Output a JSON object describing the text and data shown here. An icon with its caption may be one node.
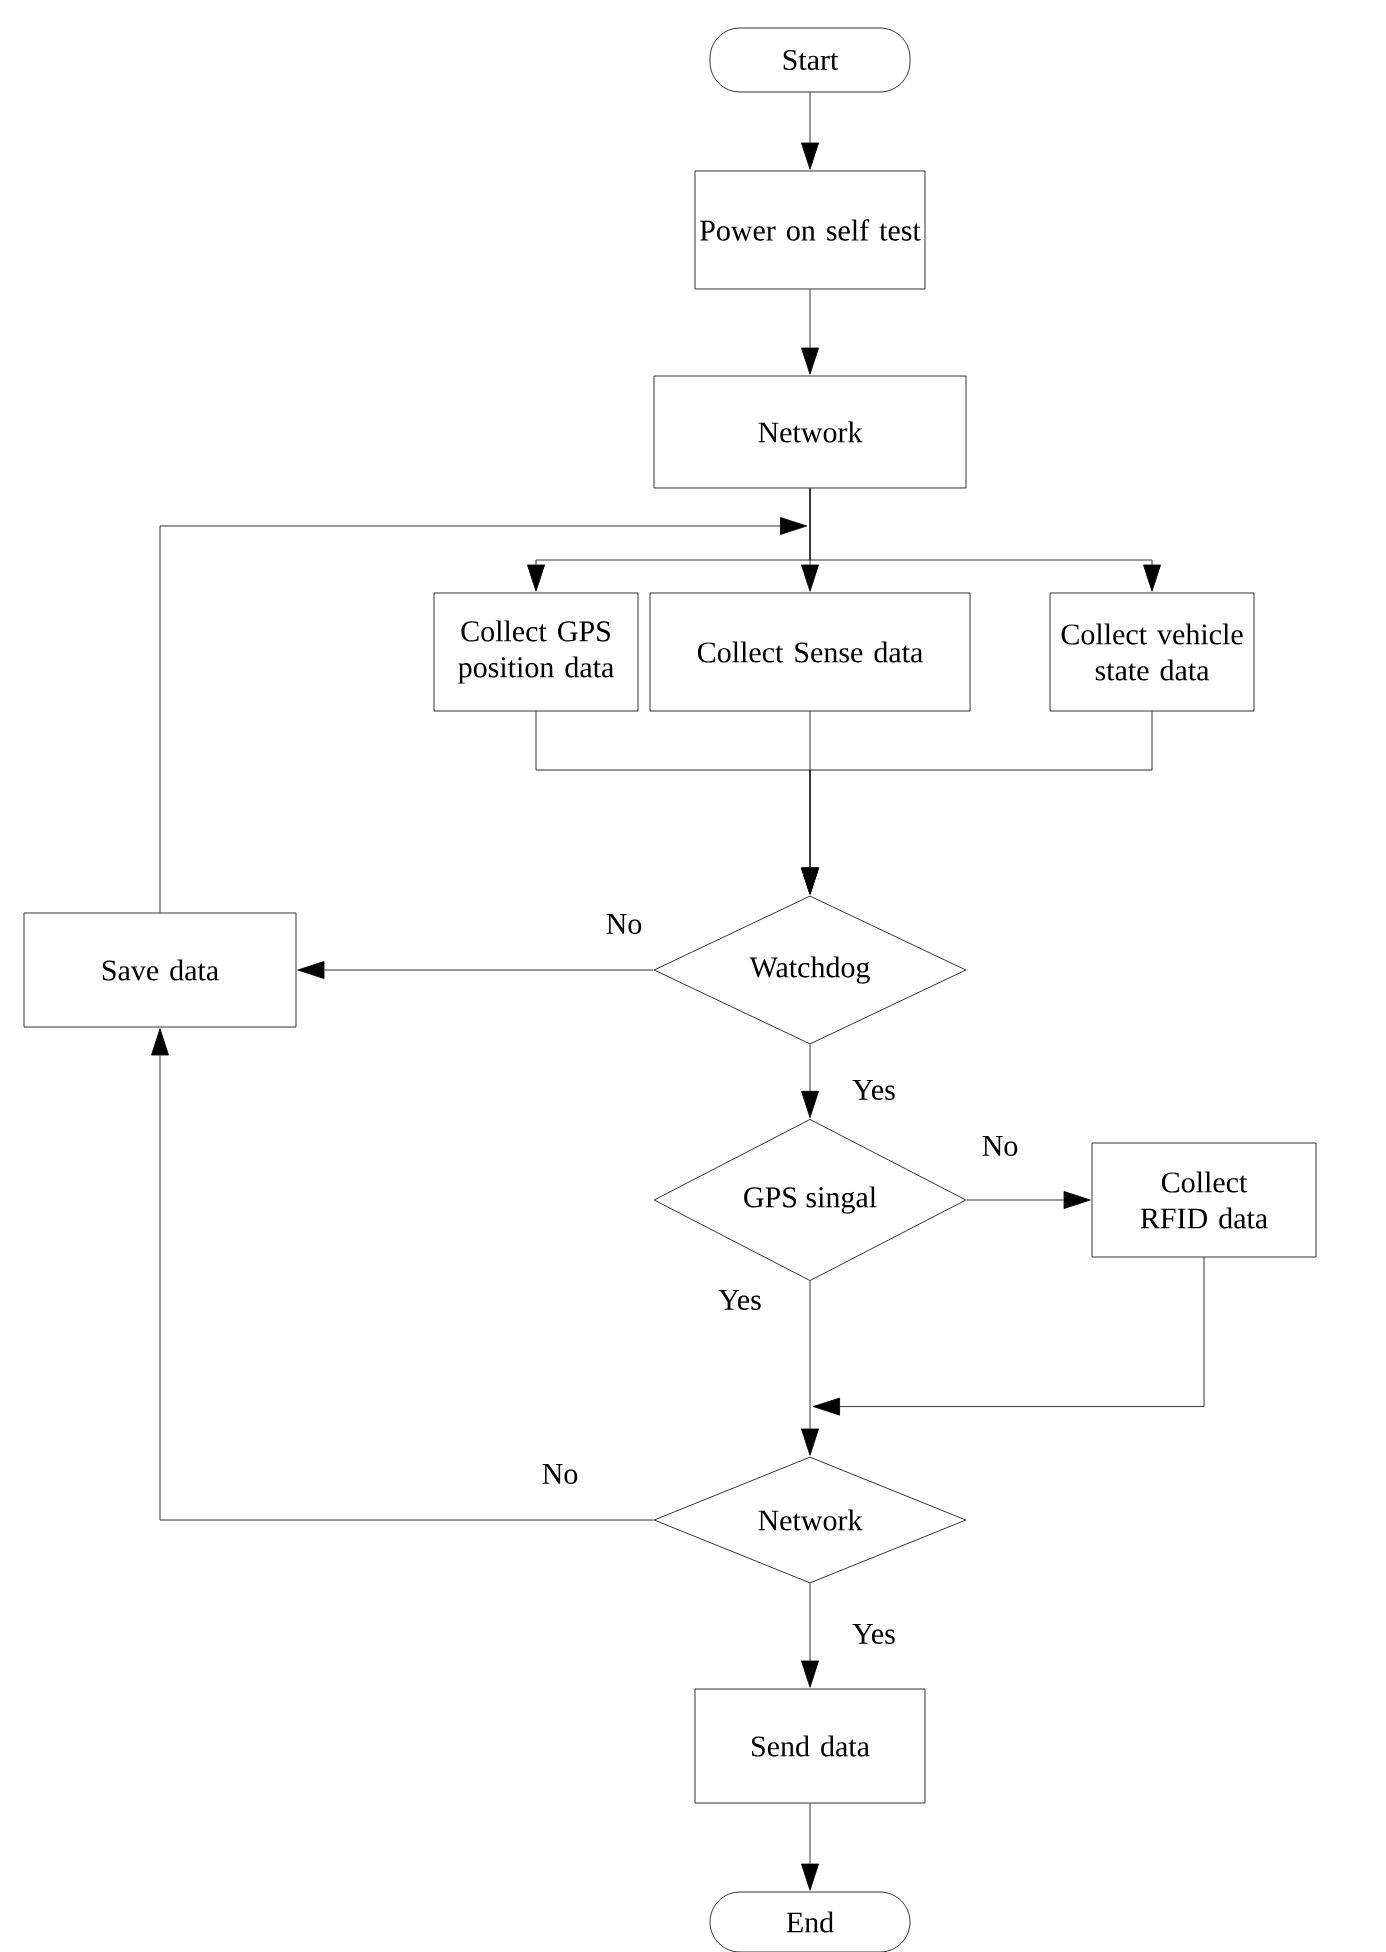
{
  "diagram": {
    "nodes": [
      {
        "text": [
          "Start"
        ]
      },
      {
        "text": [
          "Power on self test"
        ]
      },
      {
        "text": [
          "Network"
        ]
      },
      {
        "text": [
          "Collect GPS position data"
        ]
      },
      {
        "text": [
          "Collect Sense data"
        ]
      },
      {
        "text": [
          "Collect vehicle state data"
        ]
      },
      {
        "text": [
          "Watchdog"
        ]
      },
      {
        "text": [
          "Save data"
        ]
      },
      {
        "text": [
          "GPS singal"
        ]
      },
      {
        "text": [
          "Collect RFID data"
        ]
      },
      {
        "text": [
          "Network"
        ]
      },
      {
        "text": [
          "Send data"
        ]
      },
      {
        "text": [
          "End"
        ]
      }
    ],
    "edges": [
      {
        "from": 0,
        "to": 1,
        "arrow": "to"
      },
      {
        "from": 1,
        "to": 2,
        "arrow": "to"
      },
      {
        "from": 2,
        "to": 3,
        "arrow": "to"
      },
      {
        "from": 2,
        "to": 4,
        "arrow": "to"
      },
      {
        "from": 2,
        "to": 5,
        "arrow": "to"
      },
      {
        "from": 3,
        "to": 6,
        "arrow": "to"
      },
      {
        "from": 4,
        "to": 6,
        "arrow": "to"
      },
      {
        "from": 5,
        "to": 6,
        "arrow": "to"
      },
      {
        "from": 6,
        "to": 7,
        "arrow": "to",
        "label": "No"
      },
      {
        "from": 6,
        "to": 8,
        "arrow": "to",
        "label": "Yes"
      },
      {
        "from": 7,
        "to": null,
        "arrow": "to"
      },
      {
        "from": 8,
        "to": 9,
        "arrow": "to",
        "label": "No"
      },
      {
        "from": 8,
        "to": 10,
        "arrow": "to",
        "label": "Yes"
      },
      {
        "from": 9,
        "to": 10,
        "arrow": "to"
      },
      {
        "from": 10,
        "to": 7,
        "arrow": "to",
        "label": "No"
      },
      {
        "from": 10,
        "to": 11,
        "arrow": "to",
        "label": "Yes"
      },
      {
        "from": 11,
        "to": 12,
        "arrow": "to"
      }
    ]
  }
}
